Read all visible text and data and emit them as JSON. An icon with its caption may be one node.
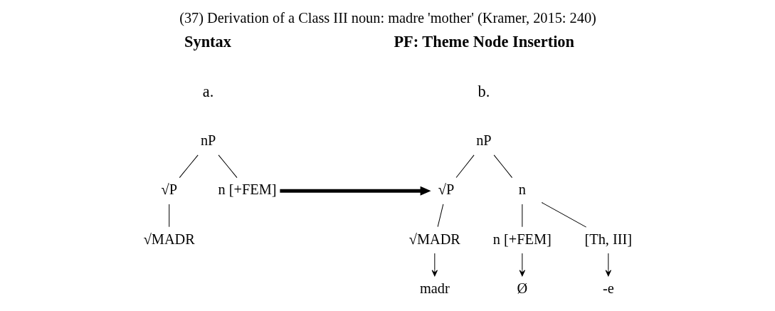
{
  "diagram": {
    "title": "(37) Derivation of a Class III noun: madre 'mother' (Kramer, 2015: 240)",
    "nodes": [
      {
        "text": [
          "nP"
        ]
      },
      {
        "text": [
          "√P"
        ]
      },
      {
        "text": [
          "n [+FEM]"
        ]
      },
      {
        "text": [
          "√MADR"
        ]
      },
      {
        "text": [
          "nP"
        ]
      },
      {
        "text": [
          "√P"
        ]
      },
      {
        "text": [
          "n"
        ]
      },
      {
        "text": [
          "√MADR"
        ]
      },
      {
        "text": [
          "n [+FEM]"
        ]
      },
      {
        "text": [
          "[Th, III]"
        ]
      },
      {
        "text": [
          "madr"
        ]
      },
      {
        "text": [
          "Ø"
        ]
      },
      {
        "text": [
          "-e"
        ]
      }
    ],
    "edges": [
      {
        "from": 0,
        "to": 1,
        "arrow": "none"
      },
      {
        "from": 0,
        "to": 2,
        "arrow": "none"
      },
      {
        "from": 1,
        "to": 3,
        "arrow": "none"
      },
      {
        "from": 2,
        "to": 5,
        "arrow": "to",
        "style": "thick"
      },
      {
        "from": 4,
        "to": 5,
        "arrow": "none"
      },
      {
        "from": 4,
        "to": 6,
        "arrow": "none"
      },
      {
        "from": 5,
        "to": 7,
        "arrow": "none"
      },
      {
        "from": 6,
        "to": 8,
        "arrow": "none"
      },
      {
        "from": 6,
        "to": 9,
        "arrow": "none"
      },
      {
        "from": 7,
        "to": 10,
        "arrow": "to"
      },
      {
        "from": 8,
        "to": 11,
        "arrow": "to"
      },
      {
        "from": 9,
        "to": 12,
        "arrow": "to"
      }
    ],
    "labels": [
      "Syntax",
      "PF: Theme Node Insertion",
      "a.",
      "b."
    ]
  }
}
